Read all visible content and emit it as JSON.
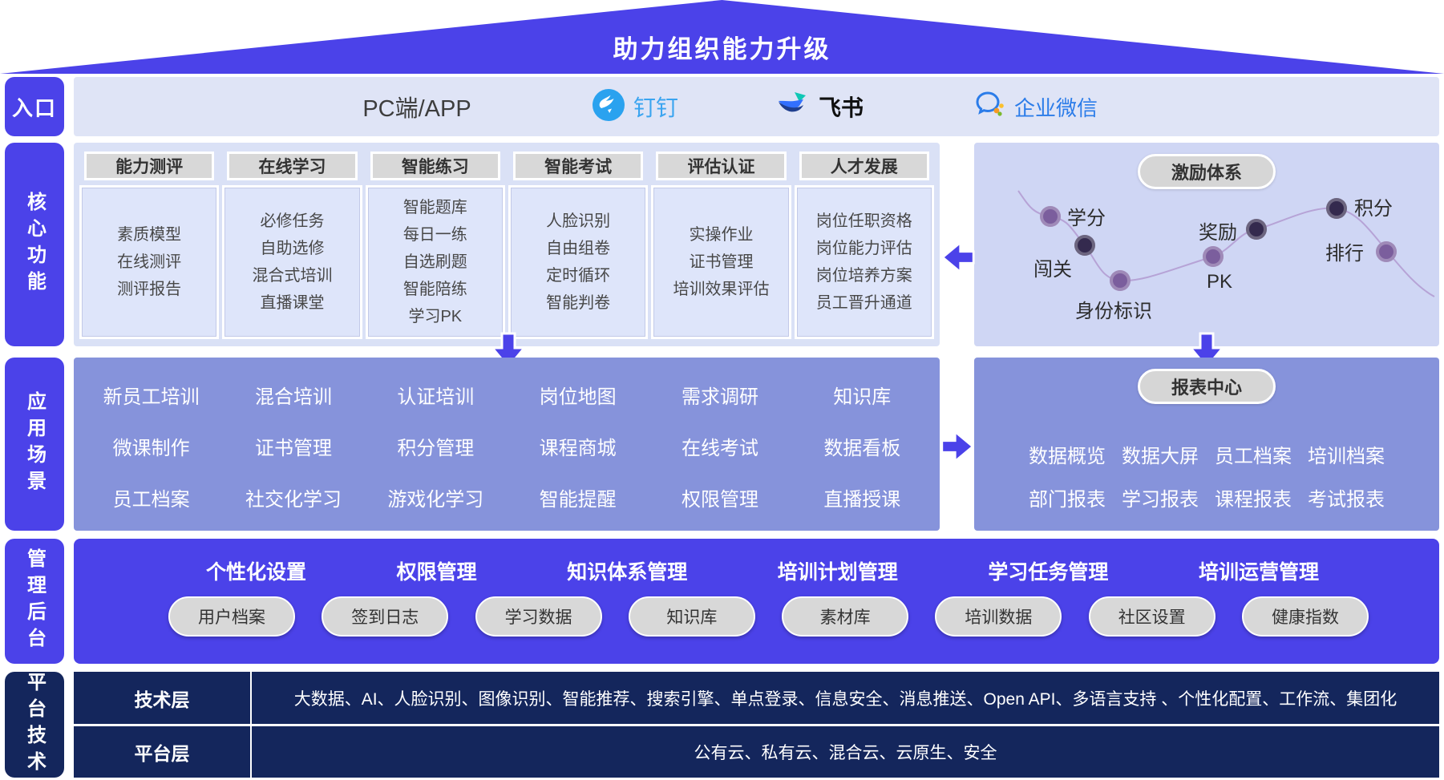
{
  "banner": {
    "title": "助力组织能力升级"
  },
  "rail": {
    "entry": "入口",
    "core": "核心功能",
    "scenarios": "应用场景",
    "admin": "管理后台",
    "platform": "平台技术"
  },
  "entry": {
    "pc_label": "PC端/APP",
    "channels": [
      {
        "name": "钉钉",
        "icon": "dingtalk-icon"
      },
      {
        "name": "飞书",
        "icon": "feishu-icon"
      },
      {
        "name": "企业微信",
        "icon": "wecom-icon"
      }
    ]
  },
  "core": {
    "columns": [
      {
        "header": "能力测评",
        "items": [
          "素质模型",
          "在线测评",
          "测评报告"
        ]
      },
      {
        "header": "在线学习",
        "items": [
          "必修任务",
          "自助选修",
          "混合式培训",
          "直播课堂"
        ]
      },
      {
        "header": "智能练习",
        "items": [
          "智能题库",
          "每日一练",
          "自选刷题",
          "智能陪练",
          "学习PK"
        ]
      },
      {
        "header": "智能考试",
        "items": [
          "人脸识别",
          "自由组卷",
          "定时循环",
          "智能判卷"
        ]
      },
      {
        "header": "评估认证",
        "items": [
          "实操作业",
          "证书管理",
          "培训效果评估"
        ]
      },
      {
        "header": "人才发展",
        "items": [
          "岗位任职资格",
          "岗位能力评估",
          "岗位培养方案",
          "员工晋升通道"
        ]
      }
    ],
    "incentive": {
      "title": "激励体系",
      "nodes": [
        {
          "label": "学分",
          "icon": "credit-icon"
        },
        {
          "label": "闯关",
          "icon": "level-pass-icon"
        },
        {
          "label": "身份标识",
          "icon": "identity-badge-icon"
        },
        {
          "label": "奖励",
          "icon": "reward-icon"
        },
        {
          "label": "PK",
          "icon": "pk-icon"
        },
        {
          "label": "积分",
          "icon": "points-icon"
        },
        {
          "label": "排行",
          "icon": "ranking-icon"
        }
      ]
    }
  },
  "scenarios": {
    "grid": [
      [
        "新员工培训",
        "混合培训",
        "认证培训",
        "岗位地图",
        "需求调研",
        "知识库"
      ],
      [
        "微课制作",
        "证书管理",
        "积分管理",
        "课程商城",
        "在线考试",
        "数据看板"
      ],
      [
        "员工档案",
        "社交化学习",
        "游戏化学习",
        "智能提醒",
        "权限管理",
        "直播授课"
      ]
    ],
    "reports": {
      "title": "报表中心",
      "rows": [
        [
          "数据概览",
          "数据大屏",
          "员工档案",
          "培训档案"
        ],
        [
          "部门报表",
          "学习报表",
          "课程报表",
          "考试报表"
        ]
      ]
    }
  },
  "admin": {
    "modules": [
      "个性化设置",
      "权限管理",
      "知识体系管理",
      "培训计划管理",
      "学习任务管理",
      "培训运营管理"
    ],
    "pills": [
      "用户档案",
      "签到日志",
      "学习数据",
      "知识库",
      "素材库",
      "培训数据",
      "社区设置",
      "健康指数"
    ]
  },
  "platform": {
    "rows": [
      {
        "label": "技术层",
        "content": "大数据、AI、人脸识别、图像识别、智能推荐、搜索引擎、单点登录、信息安全、消息推送、Open API、多语言支持 、个性化配置、工作流、集团化"
      },
      {
        "label": "平台层",
        "content": "公有云、私有云、混合云、云原生、安全"
      }
    ]
  },
  "colors": {
    "accent": "#4b42e9",
    "entry_bg": "#dfe4f6",
    "core_bg": "#dae1f6",
    "card_bg": "#dee5fa",
    "incentive_bg": "#cfd6f4",
    "scenario_bg": "#8693db",
    "admin_bg": "#4b42e9",
    "tech_bg": "#14265c",
    "pill_bg": "#d8d8d8",
    "dingtalk_blue": "#2aa2ef",
    "feishu_text": "#101010",
    "wecom_blue": "#2b7ce9"
  }
}
